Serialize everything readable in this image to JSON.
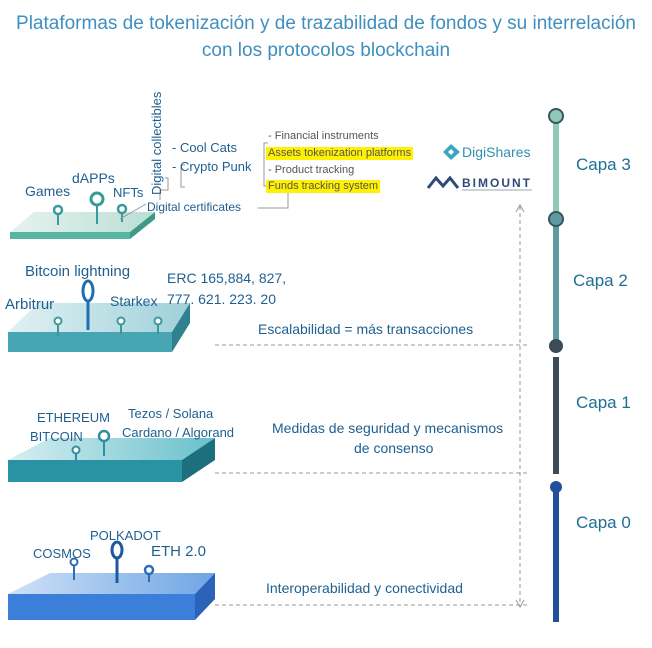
{
  "title_line1": "Plataformas de tokenización y de trazabilidad de fondos y su interrelación",
  "title_line2": "con los protocolos blockchain",
  "layer3": {
    "vertical_label": "Digital collectibles",
    "cool_cats": "- Cool Cats",
    "crypto_punk": "- Crypto Punk",
    "games": "Games",
    "dapps": "dAPPs",
    "nfts": "NFTs",
    "digital_certificates": "Digital certificates",
    "financial_instruments": "- Financial instruments",
    "assets_tokenization": "Assets tokenization platforms",
    "product_tracking": "- Product tracking",
    "funds_tracking": "Funds tracking system",
    "digishares": "DigiShares",
    "bimount": "BIMOUNT"
  },
  "layer2": {
    "bitcoin_lightning": "Bitcoin lightning",
    "arbitrum": "Arbitrur",
    "starkex": "Starkex",
    "erc_line1": "ERC 165,884, 827,",
    "erc_line2": "777. 621. 223. 20",
    "description": "Escalabilidad = más transacciones"
  },
  "layer1": {
    "ethereum": "ETHEREUM",
    "bitcoin": "BITCOIN",
    "tezos_solana": "Tezos  / Solana",
    "cardano_algorand": "Cardano / Algorand",
    "description_line1": "Medidas de seguridad y mecanismos",
    "description_line2": "de consenso"
  },
  "layer0": {
    "polkadot": "POLKADOT",
    "cosmos": "COSMOS",
    "eth2": "ETH 2.0",
    "description": "Interoperabilidad y conectividad"
  },
  "capas": [
    "Capa 3",
    "Capa 2",
    "Capa 1",
    "Capa 0"
  ],
  "colors": {
    "capa3": "#8ec9b9",
    "capa2": "#5f9aa1",
    "capa1": "#3b4b57",
    "capa0": "#214f9a",
    "highlight": "#fff100",
    "title": "#3f8fc0"
  }
}
